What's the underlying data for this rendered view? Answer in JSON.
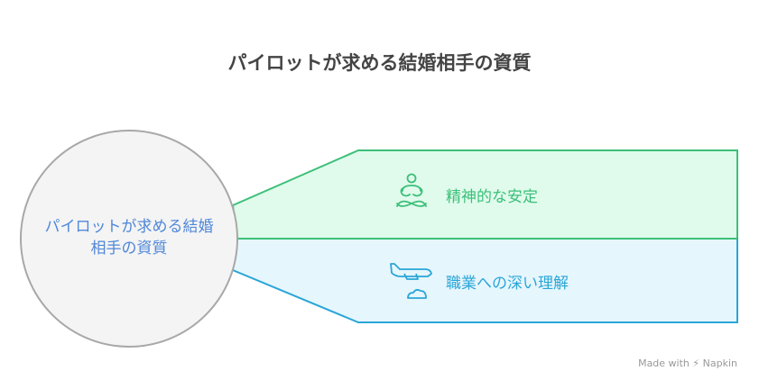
{
  "title": "パイロットが求める結婚相手の資質",
  "center": {
    "label": "パイロットが求める結婚相手の資質"
  },
  "items": [
    {
      "label": "精神的な安定",
      "icon": "meditation-icon",
      "color": "#3cbf78",
      "fill": "#e0fbec"
    },
    {
      "label": "職業への深い理解",
      "icon": "airplane-icon",
      "color": "#2aa6d8",
      "fill": "#e6f6fd"
    }
  ],
  "footer": {
    "text": "Made with",
    "brand": "Napkin"
  }
}
